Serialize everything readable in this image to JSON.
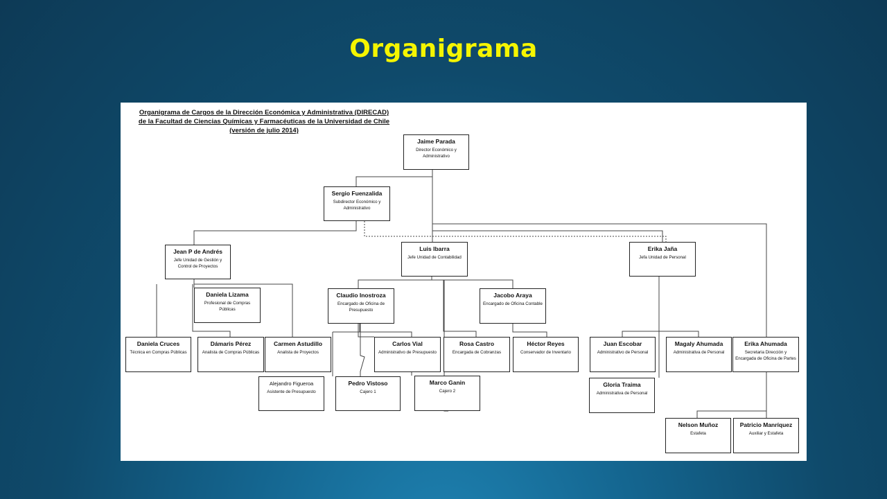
{
  "slide": {
    "title": "Organigrama"
  },
  "chart": {
    "heading": [
      "Organigrama de Cargos de la Dirección Económica y Administrativa (DIRECAD)",
      "de la Facultad de Ciencias Químicas y Farmacéuticas de la Universidad de Chile",
      "(versión de julio 2014)"
    ],
    "boxes": {
      "jaime_parada": {
        "name": "Jaime Parada",
        "role": "Director Económico y Administrativo"
      },
      "sergio_fuenzalida": {
        "name": "Sergio Fuenzalida",
        "role": "Subdirector Económico y Administrativo"
      },
      "jean_p_de_andres": {
        "name": "Jean P de Andrés",
        "role": "Jefe Unidad de Gestión y Control de Proyectos"
      },
      "luis_ibarra": {
        "name": "Luis Ibarra",
        "role": "Jefe Unidad de Contabilidad"
      },
      "erika_jana": {
        "name": "Erika Jaña",
        "role": "Jefa Unidad de Personal"
      },
      "daniela_lizama": {
        "name": "Daniela Lizama",
        "role": "Profesional de Compras Públicas"
      },
      "claudio_inostroza": {
        "name": "Claudio Inostroza",
        "role": "Encargado de Oficina de Presupuesto"
      },
      "jacobo_araya": {
        "name": "Jacobo Araya",
        "role": "Encargado de Oficina Contable"
      },
      "daniela_cruces": {
        "name": "Daniela Cruces",
        "role": "Técnica en Compras Públicas"
      },
      "damaris_perez": {
        "name": "Dámaris Pérez",
        "role": "Analista de Compras Públicas"
      },
      "carmen_astudillo": {
        "name": "Carmen Astudillo",
        "role": "Analista de Proyectos"
      },
      "carlos_vial": {
        "name": "Carlos Vial",
        "role": "Administrativo de Presupuesto"
      },
      "rosa_castro": {
        "name": "Rosa Castro",
        "role": "Encargada de Cobranzas"
      },
      "hector_reyes": {
        "name": "Héctor Reyes",
        "role": "Conservador de Inventario"
      },
      "juan_escobar": {
        "name": "Juan Escobar",
        "role": "Administrativo de Personal"
      },
      "magaly_ahumada": {
        "name": "Magaly Ahumada",
        "role": "Administrativa de Personal"
      },
      "erika_ahumada": {
        "name": "Erika Ahumada",
        "role": "Secretaria Dirección y Encargada de Oficina de Partes"
      },
      "alejandro_figueroa": {
        "name": "Alejandro Figueroa",
        "role": "Asistente de Presupuesto"
      },
      "pedro_vistoso": {
        "name": "Pedro Vistoso",
        "role": "Cajero 1"
      },
      "marco_ganin": {
        "name": "Marco Ganin",
        "role": "Cajero 2"
      },
      "gloria_traima": {
        "name": "Gloria Traima",
        "role": "Administrativa de Personal"
      },
      "nelson_munoz": {
        "name": "Nelson Muñoz",
        "role": "Estafeta"
      },
      "patricio_manriquez": {
        "name": "Patricio Manríquez",
        "role": "Auxiliar y Estafeta"
      }
    }
  }
}
